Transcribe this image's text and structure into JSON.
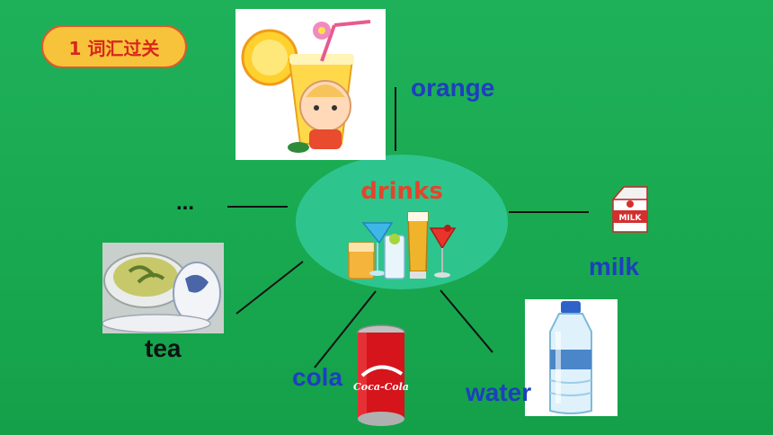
{
  "section": {
    "badge": "1 词汇过关"
  },
  "hub": {
    "label": "drinks",
    "icon": "cocktail-glasses-icon"
  },
  "words": {
    "orange": "orange",
    "milk": "milk",
    "tea": "tea",
    "cola": "cola",
    "water": "water",
    "more": "..."
  },
  "pictures": {
    "orange": "orange-juice-baby-icon",
    "milk": "milk-carton-icon",
    "tea": "tea-cup-icon",
    "cola": "cola-can-icon",
    "water": "water-bottle-icon"
  },
  "colors": {
    "background": "#18a84f",
    "hub": "#2ec48d",
    "hub_text": "#e3452b",
    "word_blue": "#1e3fbf",
    "badge_fill": "#f7c33b",
    "badge_text": "#d8261c"
  }
}
